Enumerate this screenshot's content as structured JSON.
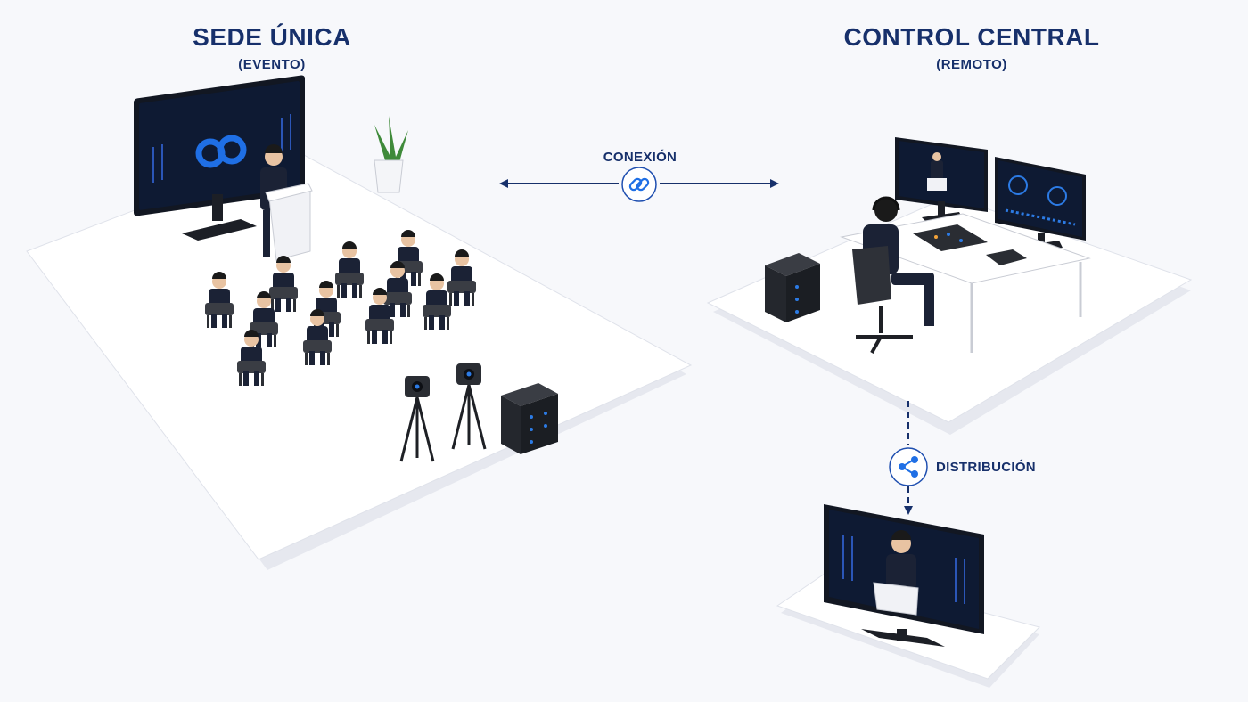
{
  "venue": {
    "title": "SEDE ÚNICA",
    "subtitle": "(EVENTO)"
  },
  "control": {
    "title": "CONTROL CENTRAL",
    "subtitle": "(REMOTO)"
  },
  "connection": {
    "label": "CONEXIÓN",
    "icon": "link-icon"
  },
  "distribution": {
    "label": "DISTRIBUCIÓN",
    "icon": "share-icon"
  },
  "colors": {
    "navy": "#17306b",
    "accent_blue": "#1f6fe5",
    "platform": "#ffffff",
    "suit": "#1b2235",
    "equipment": "#2a2d33"
  }
}
